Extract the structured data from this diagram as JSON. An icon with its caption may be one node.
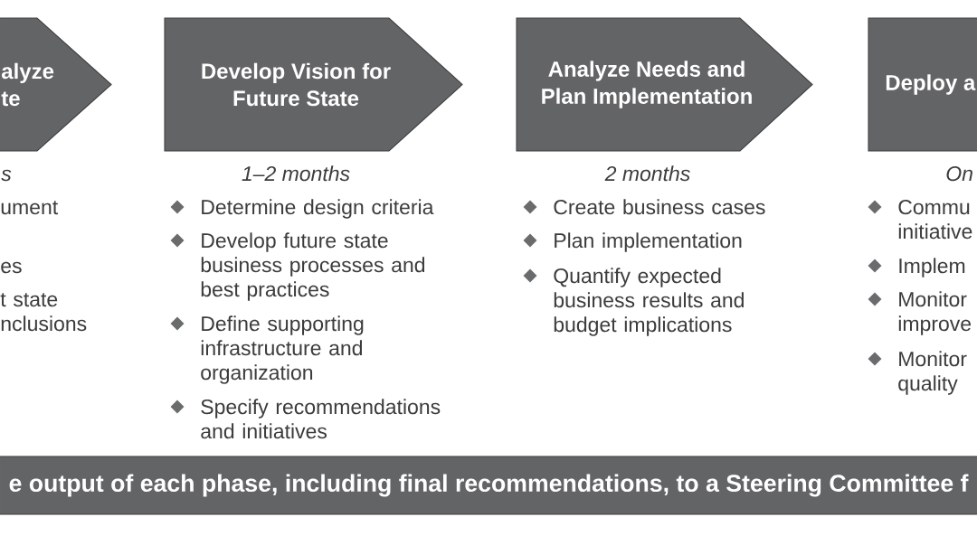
{
  "diagram": {
    "nodes": [
      {
        "text": [
          "alyze te"
        ],
        "beside": [
          "s",
          "ument",
          "es",
          "t state nclusions"
        ]
      },
      {
        "text": [
          "Develop Vision for Future State"
        ],
        "beside": [
          "1–2 months",
          "Determine design criteria",
          "Develop future state business processes and best practices",
          "Define supporting infrastructure and organization",
          "Specify recommendations and initiatives"
        ]
      },
      {
        "text": [
          "Analyze Needs and Plan Implementation"
        ],
        "beside": [
          "2 months",
          "Create business cases",
          "Plan implementation",
          "Quantify expected business results and budget implications"
        ]
      },
      {
        "text": [
          "Deploy a"
        ],
        "beside": [
          "On",
          "Commu initiative",
          "Implem",
          "Monitor improve",
          "Monitor quality"
        ]
      },
      {
        "text": [
          "e output of each phase, including final recommendations, to a Steering Committee f"
        ]
      }
    ]
  }
}
